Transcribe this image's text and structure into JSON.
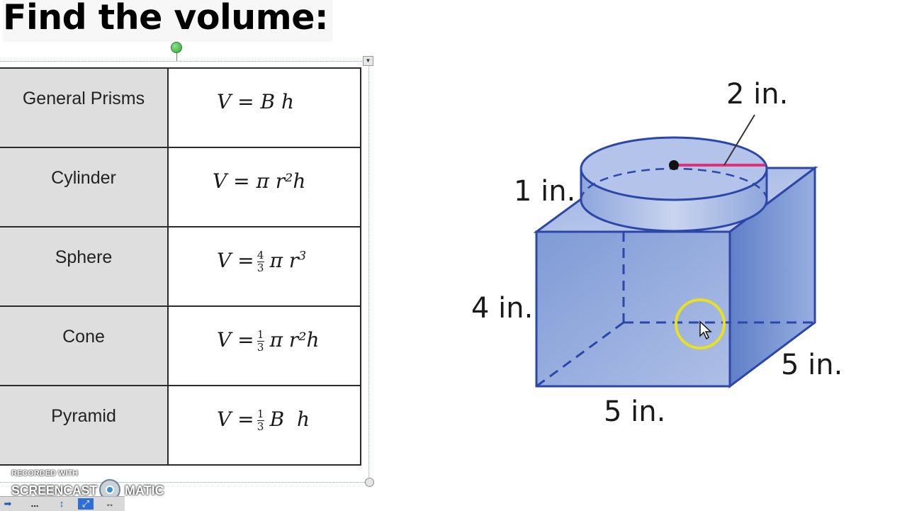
{
  "title": "Find the volume:",
  "formula_table": {
    "rows": [
      {
        "shape": "General Prisms",
        "formula": "V = B h"
      },
      {
        "shape": "Cylinder",
        "formula": "V = π r²h"
      },
      {
        "shape": "Sphere",
        "formula_lhs": "V =",
        "frac_num": "4",
        "frac_den": "3",
        "formula_rhs": "π r",
        "formula_sup": "3"
      },
      {
        "shape": "Cone",
        "formula_lhs": "V =",
        "frac_num": "1",
        "frac_den": "3",
        "formula_rhs": "π r²h"
      },
      {
        "shape": "Pyramid",
        "formula_lhs": "V =",
        "frac_num": "1",
        "frac_den": "3",
        "formula_rhs": "B  h"
      }
    ]
  },
  "figure": {
    "labels": {
      "radius": "2 in.",
      "cylinder_height": "1 in.",
      "prism_height": "4 in.",
      "prism_depth": "5 in.",
      "prism_width": "5 in."
    },
    "colors": {
      "prism_fill": "#8aa5da",
      "prism_edge": "#2c47a8",
      "radius_line": "#e0307a",
      "cursor_ring": "#e8e020"
    }
  },
  "watermark": {
    "recorded_with": "RECORDED WITH",
    "brand_left": "SCREENCAST",
    "brand_right": "MATIC"
  },
  "toolbar": {
    "icons": [
      "arrow-icon",
      "more-icon",
      "resize-icon",
      "fit-icon",
      "swap-icon"
    ],
    "more_label": "..."
  }
}
